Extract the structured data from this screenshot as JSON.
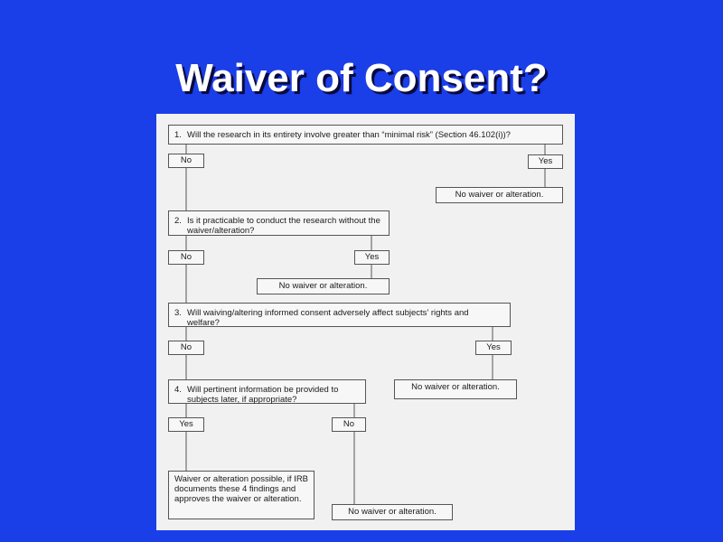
{
  "title": "Waiver of Consent?",
  "flowchart": {
    "q1": {
      "number": "1.",
      "text": "Will the research in its entirety involve greater than “minimal risk” (Section 46.102(i))?"
    },
    "q1_no": "No",
    "q1_yes": "Yes",
    "q1_yes_result": "No waiver or alteration.",
    "q2": {
      "number": "2.",
      "text": "Is it practicable to conduct the research without the waiver/alteration?"
    },
    "q2_no": "No",
    "q2_yes": "Yes",
    "q2_yes_result": "No waiver or alteration.",
    "q3": {
      "number": "3.",
      "text": "Will waiving/altering informed consent adversely affect subjects’ rights and welfare?"
    },
    "q3_no": "No",
    "q3_yes": "Yes",
    "q3_yes_result": "No waiver or alteration.",
    "q4": {
      "number": "4.",
      "text": "Will pertinent information be provided to subjects later, if appropriate?"
    },
    "q4_yes": "Yes",
    "q4_no": "No",
    "q4_yes_result": "Waiver or alteration possible, if IRB documents these 4 findings and approves the waiver or alteration.",
    "q4_no_result": "No waiver or alteration."
  }
}
